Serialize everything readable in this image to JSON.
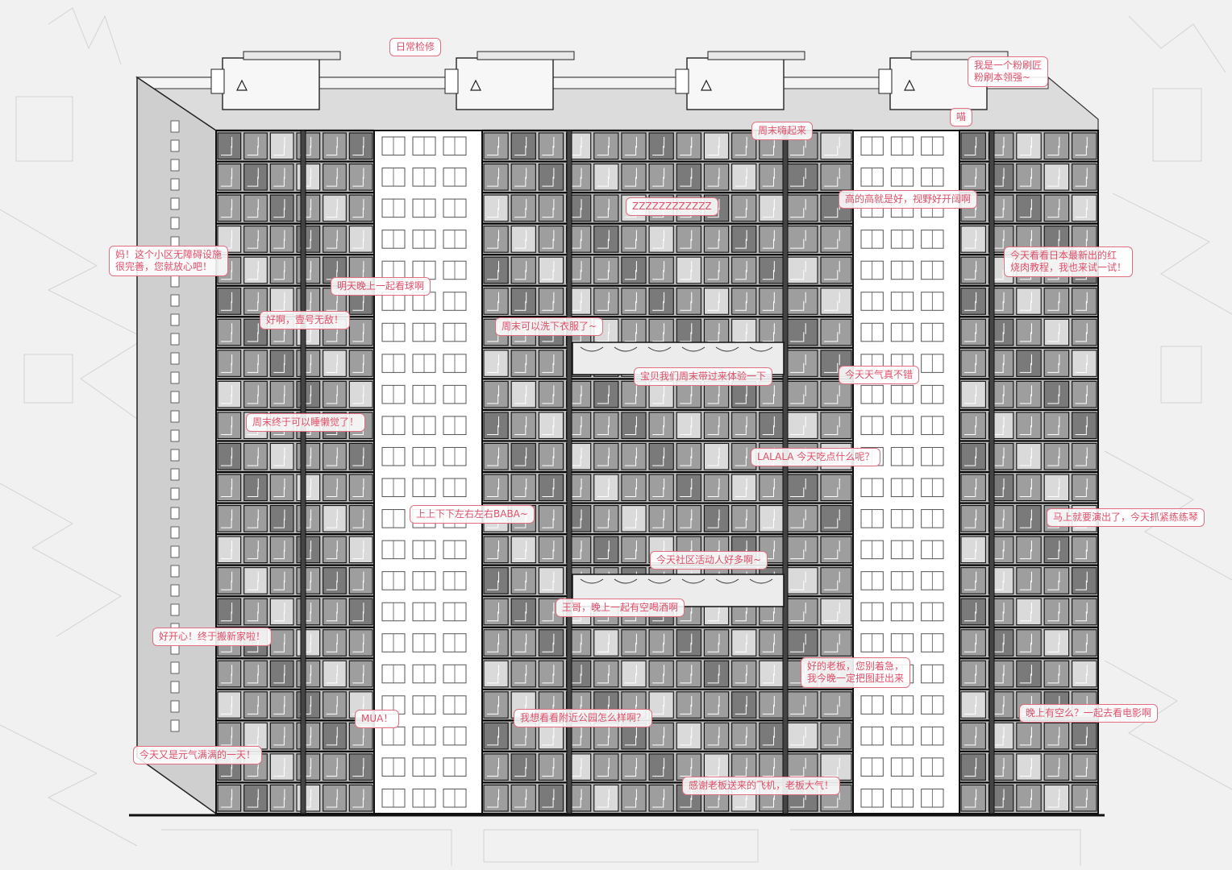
{
  "bubbles": [
    {
      "id": "b1",
      "text": "日常检修",
      "accent": "#e0506a"
    },
    {
      "id": "b2",
      "text": "我是一个粉刷匠\n粉刷本领强~"
    },
    {
      "id": "b3",
      "text": "喵"
    },
    {
      "id": "b4",
      "text": "周末嗨起来"
    },
    {
      "id": "b5",
      "text": "ZZZZZZZZZZZZ"
    },
    {
      "id": "b6",
      "text": "高的高就是好，视野好开阔啊"
    },
    {
      "id": "b7",
      "text": "妈！这个小区无障碍设施\n很完善，您就放心吧！"
    },
    {
      "id": "b8",
      "text": "今天看看日本最新出的红\n烧肉教程，我也来试一试！"
    },
    {
      "id": "b9",
      "text": "明天晚上一起看球啊"
    },
    {
      "id": "b10",
      "text": "好啊，壹号无敌！"
    },
    {
      "id": "b11",
      "text": "周末可以洗下衣服了~"
    },
    {
      "id": "b12",
      "text": "宝贝我们周末带过来体验一下"
    },
    {
      "id": "b13",
      "text": "今天天气真不错"
    },
    {
      "id": "b14",
      "text": "周末终于可以睡懒觉了！"
    },
    {
      "id": "b15",
      "text": "LALALA 今天吃点什么呢？"
    },
    {
      "id": "b16",
      "text": "上上下下左右左右BABA~"
    },
    {
      "id": "b17",
      "text": "马上就要演出了，今天抓紧练练琴"
    },
    {
      "id": "b18",
      "text": "今天社区活动人好多啊~"
    },
    {
      "id": "b19",
      "text": "王哥，晚上一起有空喝酒啊"
    },
    {
      "id": "b20",
      "text": "好开心！终于搬新家啦！"
    },
    {
      "id": "b21",
      "text": "好的老板，您别着急，\n我今晚一定把图赶出来"
    },
    {
      "id": "b22",
      "text": "MUA！"
    },
    {
      "id": "b23",
      "text": "我想看看附近公园怎么样啊？"
    },
    {
      "id": "b24",
      "text": "晚上有空么？一起去看电影啊"
    },
    {
      "id": "b25",
      "text": "今天又是元气满满的一天！"
    },
    {
      "id": "b26",
      "text": "感谢老板送来的飞机，老板大气！"
    }
  ]
}
